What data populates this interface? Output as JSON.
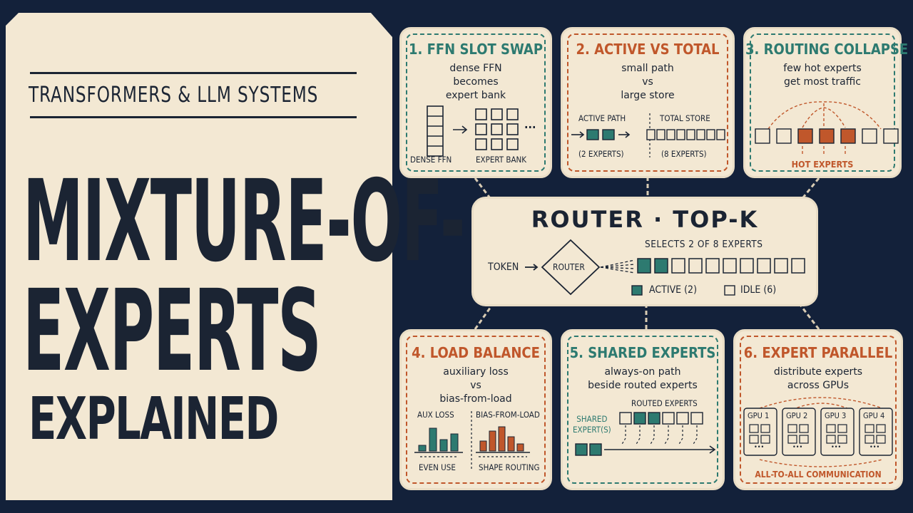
{
  "left": {
    "series": "TRANSFORMERS & LLM SYSTEMS",
    "title_line1": "MIXTURE-OF-",
    "title_line2": "EXPERTS",
    "title_line3": "EXPLAINED"
  },
  "cards": {
    "ffn": {
      "title": "1. FFN SLOT SWAP",
      "sub1": "dense FFN",
      "sub2": "becomes",
      "sub3": "expert bank",
      "label_dense": "DENSE FFN",
      "label_bank": "EXPERT BANK",
      "ellipsis": "···"
    },
    "active": {
      "title": "2. ACTIVE VS TOTAL",
      "sub1": "small path",
      "sub2": "vs",
      "sub3": "large store",
      "label_path": "ACTIVE PATH",
      "label_store": "TOTAL STORE",
      "label_path_n": "(2 EXPERTS)",
      "label_store_n": "(8 EXPERTS)"
    },
    "collapse": {
      "title": "3. ROUTING COLLAPSE",
      "sub1": "few hot experts",
      "sub2": "get most traffic",
      "label_hot": "HOT EXPERTS"
    },
    "load": {
      "title": "4. LOAD BALANCE",
      "sub1": "auxiliary loss",
      "sub2": "vs",
      "sub3": "bias-from-load",
      "label_aux": "AUX LOSS",
      "label_bias": "BIAS-FROM-LOAD",
      "label_even": "EVEN USE",
      "label_shape": "SHAPE ROUTING"
    },
    "shared": {
      "title": "5. SHARED EXPERTS",
      "sub1": "always-on path",
      "sub2": "beside routed experts",
      "label_routed": "ROUTED EXPERTS",
      "label_shared1": "SHARED",
      "label_shared2": "EXPERT(S)"
    },
    "parallel": {
      "title": "6. EXPERT PARALLEL",
      "sub1": "distribute experts",
      "sub2": "across GPUs",
      "gpus": [
        "GPU 1",
        "GPU 2",
        "GPU 3",
        "GPU 4"
      ],
      "ellipsis": "•••",
      "label_comm": "ALL-TO-ALL COMMUNICATION"
    }
  },
  "router": {
    "title": "ROUTER · TOP-K",
    "token": "TOKEN",
    "node": "ROUTER",
    "selects": "SELECTS 2 OF 8 EXPERTS",
    "legend_active": "ACTIVE (2)",
    "legend_idle": "IDLE (6)"
  },
  "colors": {
    "navy": "#13213a",
    "cream": "#f3e8d3",
    "teal": "#2d7a70",
    "orange": "#c0572b",
    "ink": "#1b2433"
  }
}
